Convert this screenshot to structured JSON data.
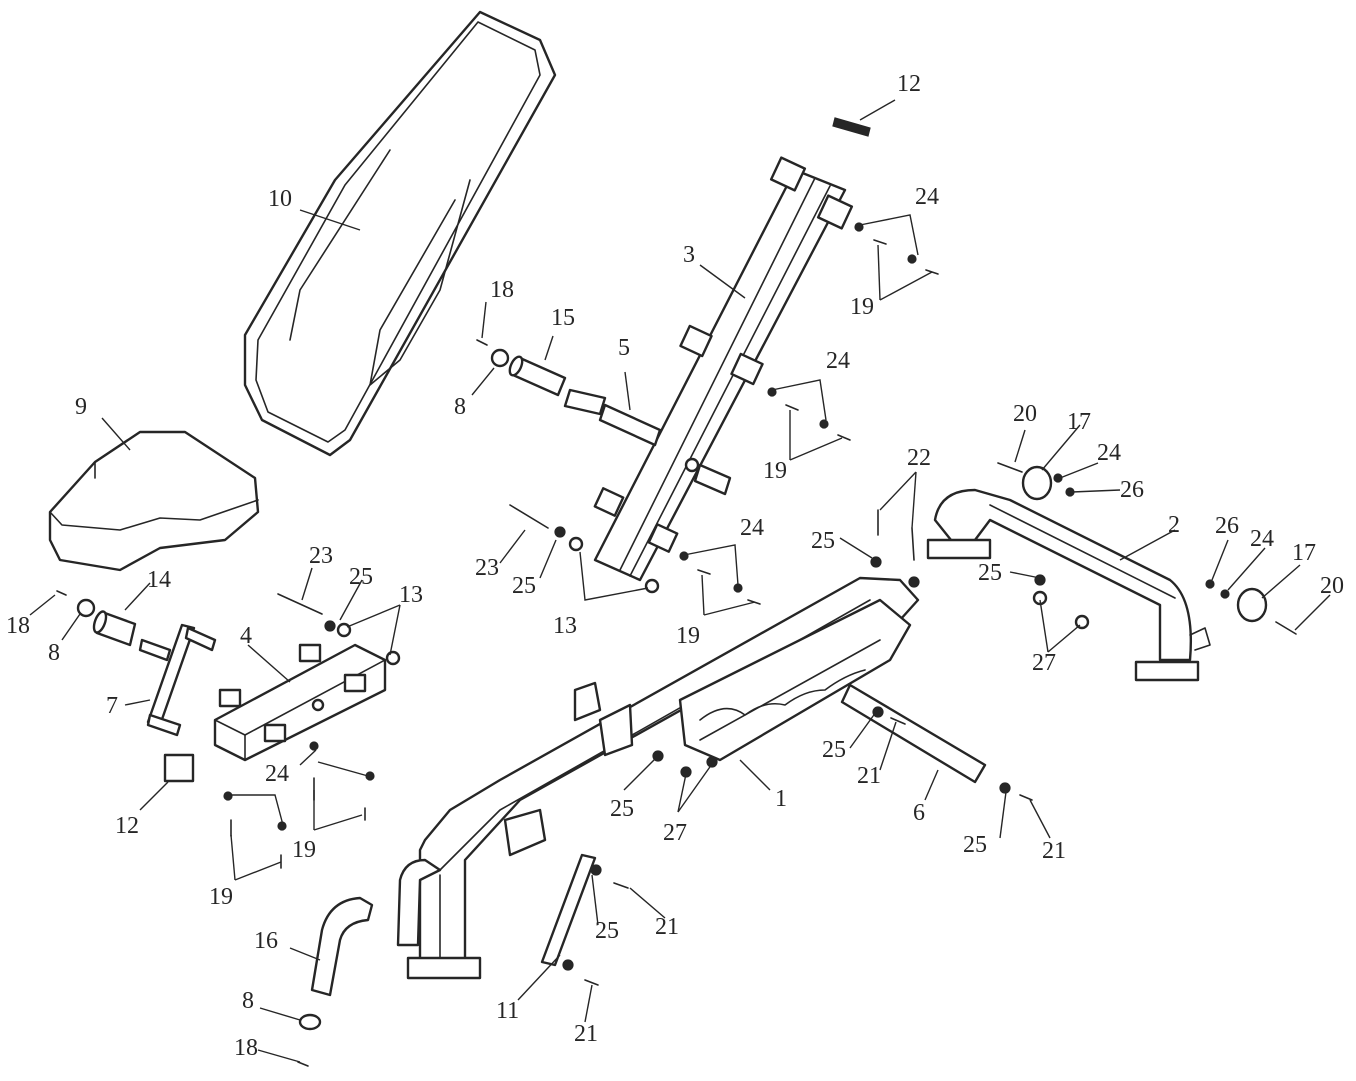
{
  "callouts": [
    {
      "text": "1"
    },
    {
      "text": "2"
    },
    {
      "text": "3"
    },
    {
      "text": "4"
    },
    {
      "text": "5"
    },
    {
      "text": "6"
    },
    {
      "text": "7"
    },
    {
      "text": "8"
    },
    {
      "text": "9"
    },
    {
      "text": "10"
    },
    {
      "text": "11"
    },
    {
      "text": "12"
    },
    {
      "text": "13"
    },
    {
      "text": "14"
    },
    {
      "text": "15"
    },
    {
      "text": "16"
    },
    {
      "text": "17"
    },
    {
      "text": "18"
    },
    {
      "text": "19"
    },
    {
      "text": "20"
    },
    {
      "text": "21"
    },
    {
      "text": "22"
    },
    {
      "text": "23"
    },
    {
      "text": "24"
    },
    {
      "text": "25"
    },
    {
      "text": "26"
    },
    {
      "text": "27"
    }
  ],
  "colors": {
    "line": "#262626",
    "paper": "#ffffff"
  }
}
